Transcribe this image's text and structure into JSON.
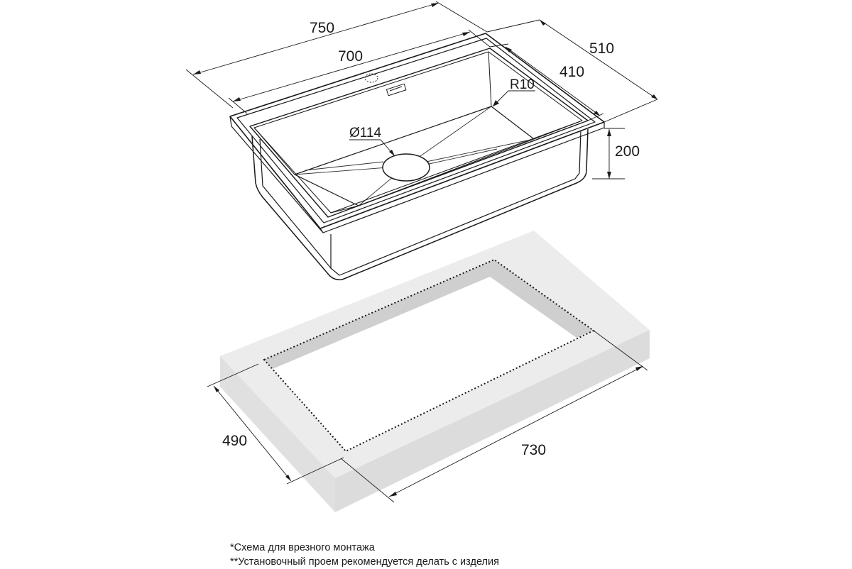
{
  "sink": {
    "dimensions": {
      "overall_length": "750",
      "bowl_length": "700",
      "overall_width": "510",
      "bowl_width": "410",
      "depth": "200",
      "corner_radius": "R10",
      "drain_diameter": "Ø114"
    }
  },
  "countertop": {
    "cutout_width": "490",
    "cutout_length": "730"
  },
  "notes": [
    "*Схема для врезного монтажа",
    "**Установочный проем рекомендуется делать с изделия"
  ],
  "colors": {
    "line": "#1a1a1a",
    "countertop_top": "#ececec",
    "countertop_side": "#e0e0e0",
    "cutout_wall": "#cfcfcf"
  }
}
